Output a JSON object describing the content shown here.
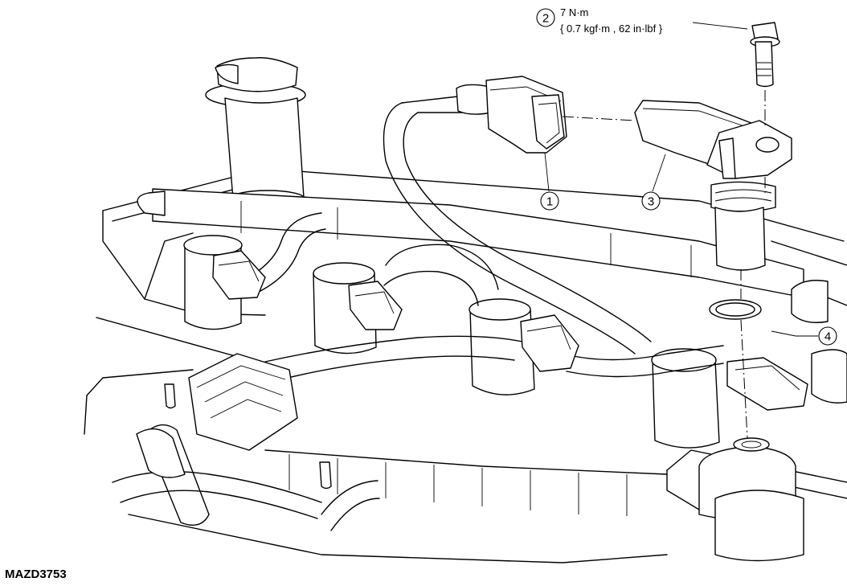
{
  "figure_id": "MAZD3753",
  "callouts": [
    {
      "number": "1"
    },
    {
      "number": "2"
    },
    {
      "number": "3"
    },
    {
      "number": "4"
    }
  ],
  "torque_spec": {
    "primary": "7 N·m",
    "secondary": "{ 0.7 kgf·m , 62 in·lbf }"
  }
}
